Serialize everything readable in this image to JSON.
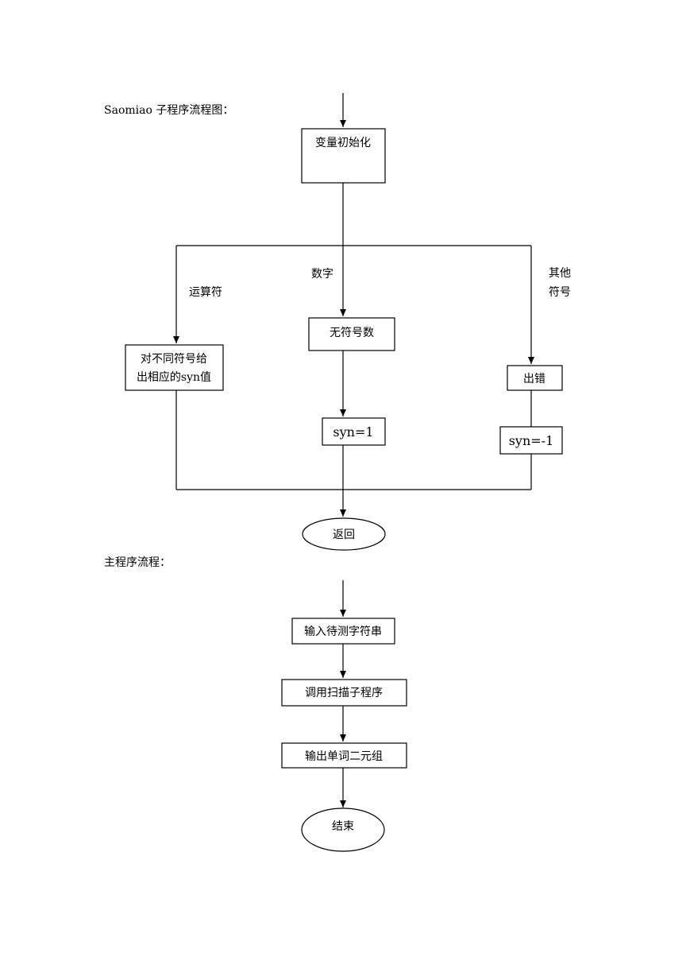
{
  "saomiao_section": {
    "title": "Saomiao 子程序流程图：",
    "nodes": {
      "init": "变量初始化",
      "operator_box_line1": "对不同符号给",
      "operator_box_line2": "出相应的syn值",
      "unsigned_number": "无符号数",
      "syn_one": "syn=1",
      "error": "出错",
      "syn_neg_one": "syn=-1",
      "return": "返回"
    },
    "branch_labels": {
      "operator": "运算符",
      "digit": "数字",
      "other_line1": "其他",
      "other_line2": "符号"
    }
  },
  "main_section": {
    "title": "主程序流程：",
    "nodes": {
      "input": "输入待测字符串",
      "call_scan": "调用扫描子程序",
      "output": "输出单词二元组",
      "end": "结束"
    }
  }
}
